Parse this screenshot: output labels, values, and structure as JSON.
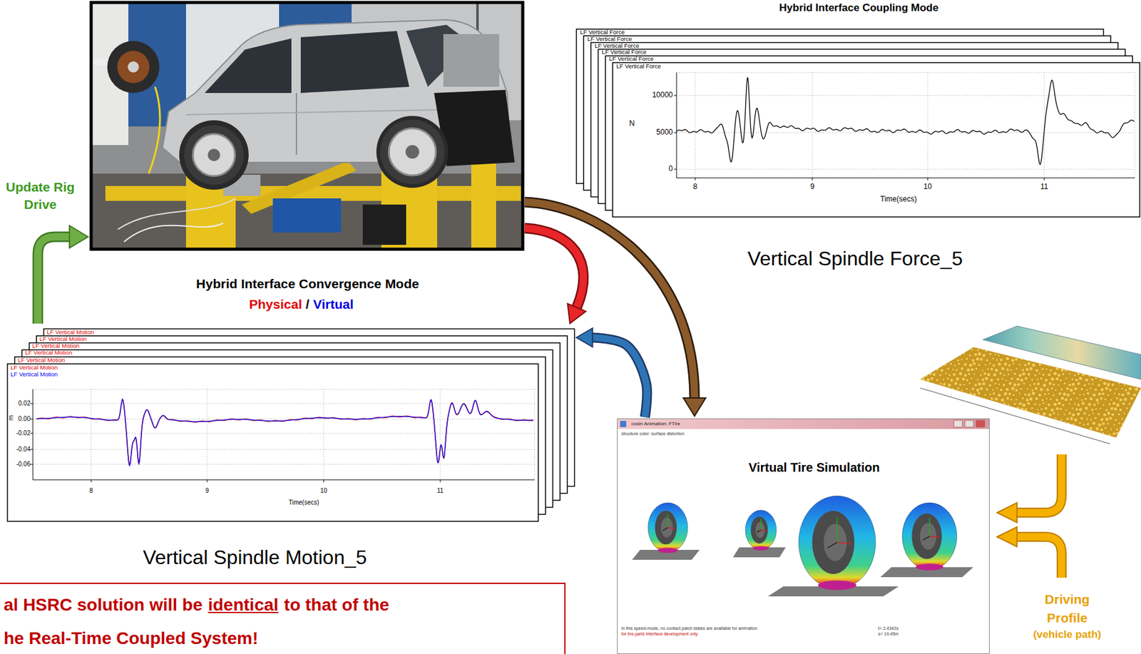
{
  "diagram": {
    "nodes": [
      {
        "text": [
          "LF Vertical Force"
        ]
      },
      {
        "text": [
          "LF Vertical Force"
        ]
      },
      {
        "text": [
          "LF Vertical Force"
        ]
      },
      {
        "text": [
          "LF Vertical Force"
        ]
      },
      {
        "text": [
          "LF Vertical Force"
        ]
      },
      {
        "text": [
          "LF Vertical Force"
        ]
      },
      {
        "text": [
          "LF Vertical Motion"
        ]
      },
      {
        "text": [
          "LF Vertical Motion"
        ]
      },
      {
        "text": [
          "LF Vertical Motion"
        ]
      },
      {
        "text": [
          "LF Vertical Motion"
        ]
      },
      {
        "text": [
          "LF Vertical Motion"
        ]
      },
      {
        "text": [
          "LF Vertical Motion",
          "LF Vertical Motion"
        ]
      },
      {
        "text": [
          "cosin Animation: FTire",
          "structure color: surface distortion",
          "Virtual Tire Simulation",
          "in this speed-mode, no contact patch states are available for animation",
          "for tire-parts interface development only",
          "t= 2.4342s",
          "s= 19.45m"
        ]
      },
      {
        "text": [
          "al HSRC solution will be",
          "identical",
          "to that of the",
          "he Real-Time Coupled System!"
        ]
      }
    ],
    "edges": [
      {
        "from": 12,
        "to": 6,
        "arrow": "to"
      }
    ],
    "labels": [
      "Hybrid Interface Coupling Mode",
      "10000",
      "5000",
      "0",
      "N",
      "8",
      "9",
      "10",
      "11",
      "Time(secs)",
      "Vertical Spindle Force_5",
      "Update Rig Drive",
      "Hybrid Interface Convergence Mode",
      "Physical",
      "/",
      "Virtual",
      "0.02",
      "0.00",
      "-0.02",
      "-0.04",
      "-0.06",
      "m",
      "8",
      "9",
      "10",
      "11",
      "Time(secs)",
      "Vertical Spindle Motion_5",
      "Driving Profile",
      "(vehicle path)"
    ]
  }
}
